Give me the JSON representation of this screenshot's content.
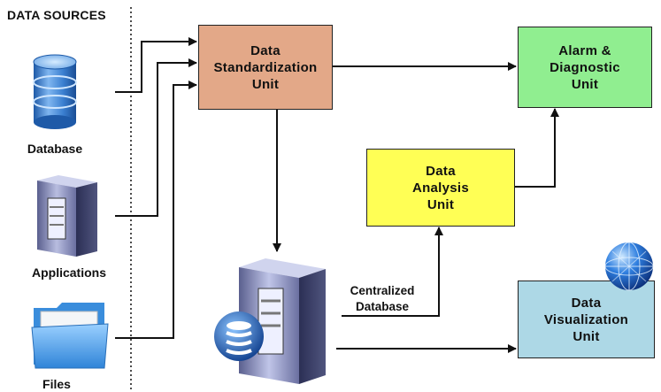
{
  "header": {
    "title": "DATA SOURCES"
  },
  "sources": [
    {
      "label": "Database",
      "icon": "database-icon"
    },
    {
      "label": "Applications",
      "icon": "server-icon"
    },
    {
      "label": "Files",
      "icon": "folder-icon"
    }
  ],
  "units": {
    "standardization": {
      "label": "Data\nStandardization\nUnit",
      "color": "#e3a888"
    },
    "alarm": {
      "label": "Alarm &\nDiagnostic\nUnit",
      "color": "#90ee90"
    },
    "analysis": {
      "label": "Data\nAnalysis\nUnit",
      "color": "#ffff55"
    },
    "visualization": {
      "label": "Data\nVisualization\nUnit",
      "color": "#add8e6"
    }
  },
  "central_db": {
    "label": "Centralized\nDatabase",
    "icon": "server-database-icon"
  },
  "globe": {
    "icon": "globe-icon"
  }
}
